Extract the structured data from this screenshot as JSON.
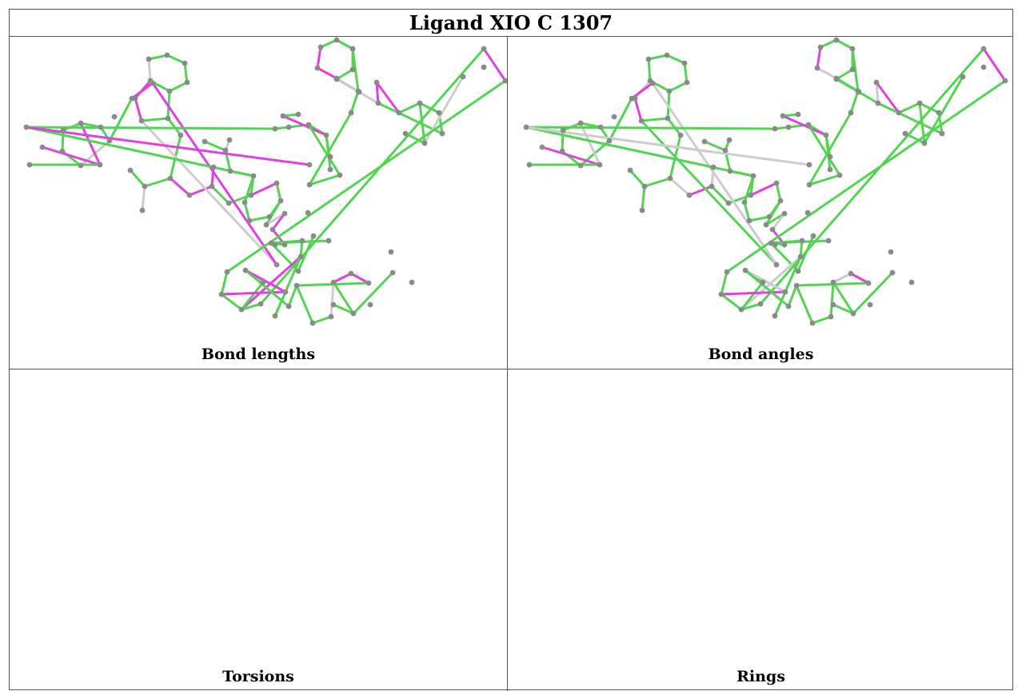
{
  "title": "Ligand XIO C 1307",
  "colors": {
    "good": "#52d452",
    "outlier": "#e040e0",
    "neutral": "#cccccc",
    "atom": "#8a8a8a"
  },
  "panels": [
    {
      "id": "lengths",
      "caption": "Bond lengths"
    },
    {
      "id": "angles",
      "caption": "Bond angles"
    },
    {
      "id": "torsions",
      "caption": "Torsions"
    },
    {
      "id": "rings",
      "caption": "Rings"
    }
  ]
}
